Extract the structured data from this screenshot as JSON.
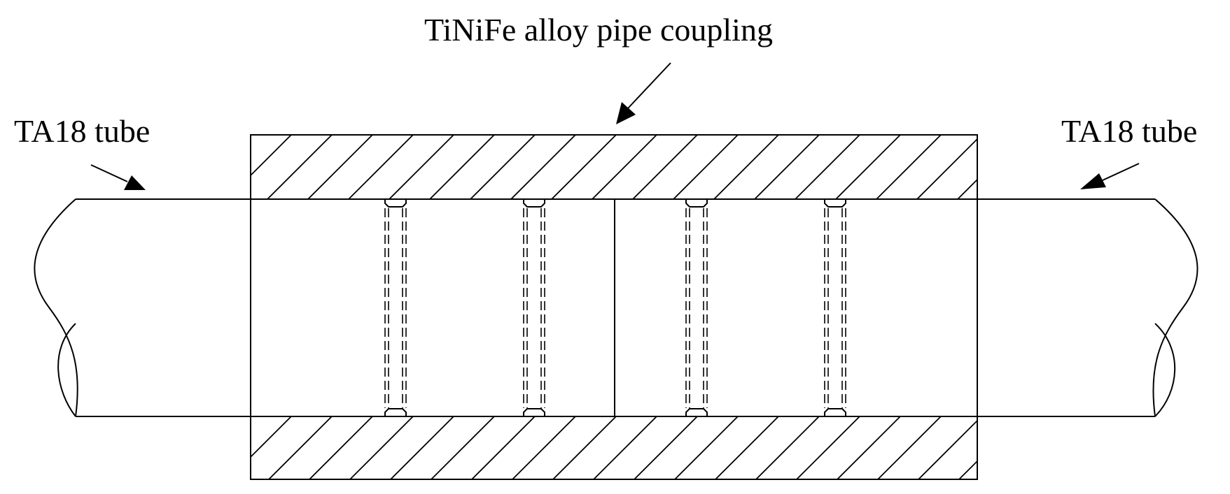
{
  "labels": {
    "coupling": "TiNiFe alloy pipe coupling",
    "left_tube": "TA18 tube",
    "right_tube": "TA18 tube"
  },
  "colors": {
    "line": "#000000",
    "background": "#ffffff"
  }
}
